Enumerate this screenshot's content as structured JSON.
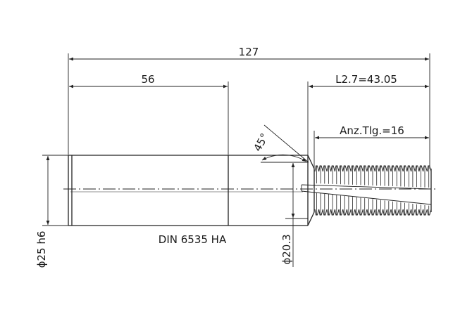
{
  "drawing": {
    "dimensions": {
      "overall_length": "127",
      "shank_length": "56",
      "thread_length": "L2.7=43.05",
      "thread_count": "Anz.Tlg.=16",
      "chamfer_angle": "45°",
      "shank_diameter": "ϕ25 h6",
      "neck_diameter": "ϕ20.3"
    },
    "standard_note": "DIN 6535 HA",
    "line_color": "#222222"
  }
}
